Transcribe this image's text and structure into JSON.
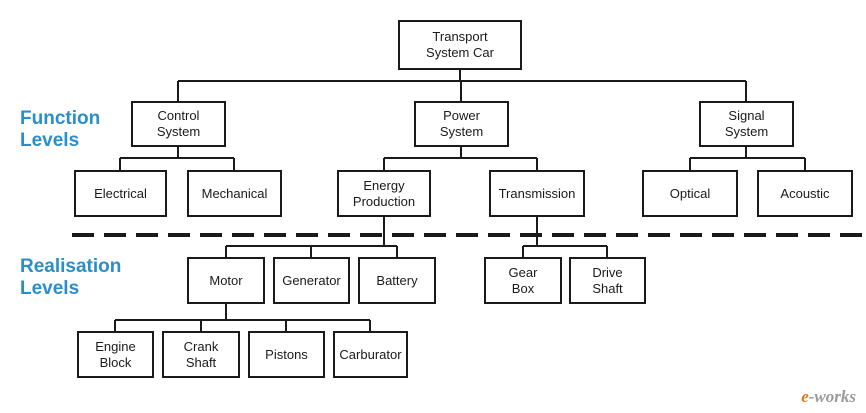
{
  "levels": {
    "function": "Function\nLevels",
    "realisation": "Realisation\nLevels"
  },
  "colors": {
    "level_label": "#2a8fc8",
    "lines": "#1a1a1a",
    "watermark_e": "#e07a1a",
    "watermark_rest": "#9a9a9a"
  },
  "nodes": {
    "root": "Transport\nSystem Car",
    "control": "Control\nSystem",
    "power": "Power\nSystem",
    "signal": "Signal\nSystem",
    "electrical": "Electrical",
    "mechanical": "Mechanical",
    "energy": "Energy\nProduction",
    "transmission": "Transmission",
    "optical": "Optical",
    "acoustic": "Acoustic",
    "motor": "Motor",
    "generator": "Generator",
    "battery": "Battery",
    "gearbox": "Gear\nBox",
    "driveshaft": "Drive\nShaft",
    "engineblock": "Engine\nBlock",
    "crankshaft": "Crank\nShaft",
    "pistons": "Pistons",
    "carburator": "Carburator"
  },
  "watermark": {
    "e": "e",
    "rest": "-works"
  }
}
